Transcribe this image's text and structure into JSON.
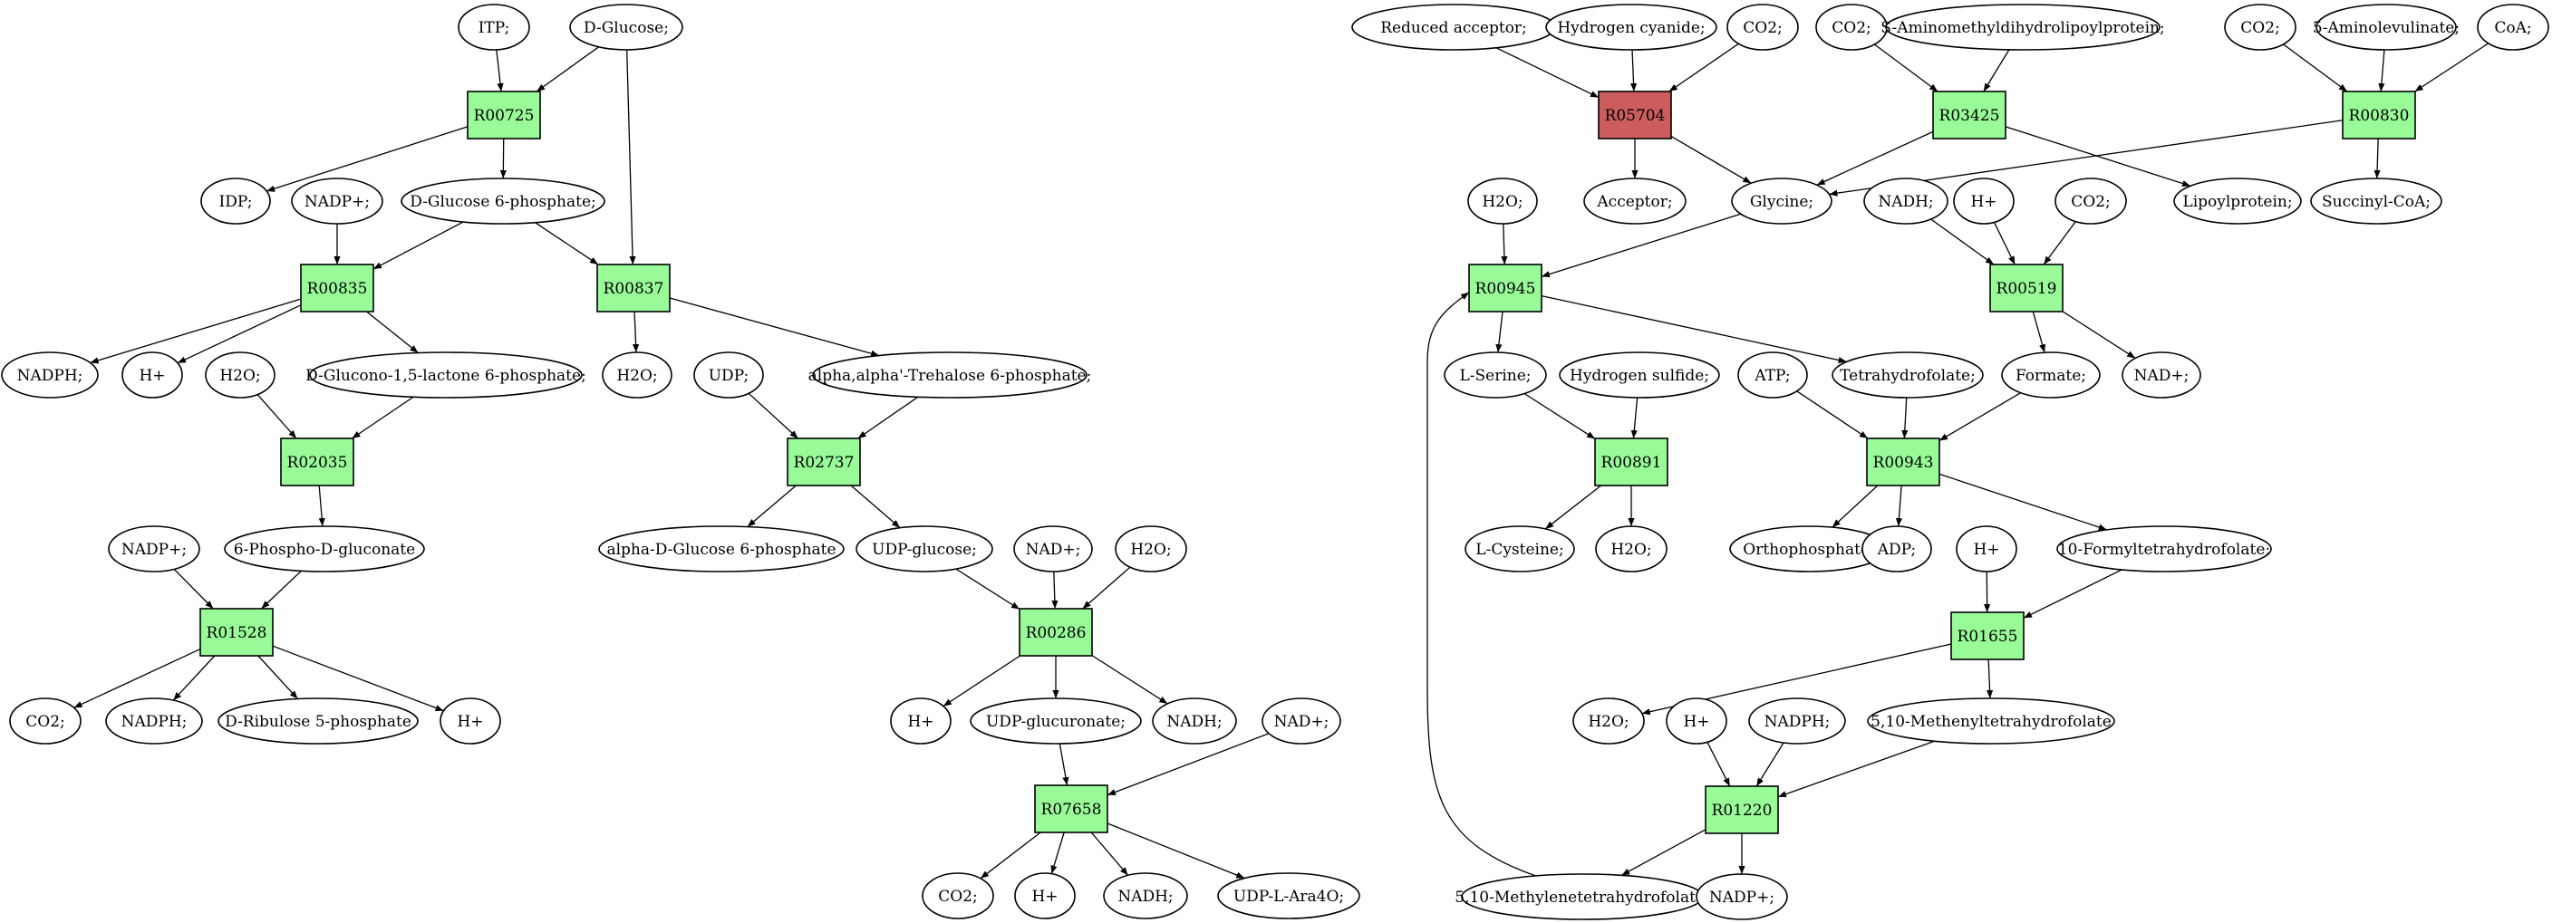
{
  "colors": {
    "reaction": "#98fb98",
    "reaction_highlight": "#cd5c5c",
    "start": "#00ff00",
    "target": "#ffff00",
    "compound": "#ffffff"
  },
  "nodes": [
    {
      "id": "itp1",
      "kind": "compound",
      "label": "ITP;"
    },
    {
      "id": "dglc",
      "kind": "compound",
      "label": "D-Glucose;",
      "fill": "start"
    },
    {
      "id": "R00725",
      "kind": "reaction",
      "label": "R00725"
    },
    {
      "id": "idp1",
      "kind": "compound",
      "label": "IDP;"
    },
    {
      "id": "nadp1",
      "kind": "compound",
      "label": "NADP+;"
    },
    {
      "id": "g6p",
      "kind": "compound",
      "label": "D-Glucose 6-phosphate;"
    },
    {
      "id": "R00835",
      "kind": "reaction",
      "label": "R00835"
    },
    {
      "id": "R00837",
      "kind": "reaction",
      "label": "R00837"
    },
    {
      "id": "nadph1",
      "kind": "compound",
      "label": "NADPH;"
    },
    {
      "id": "h1",
      "kind": "compound",
      "label": "H+"
    },
    {
      "id": "h2o1",
      "kind": "compound",
      "label": "H2O;"
    },
    {
      "id": "glucono",
      "kind": "compound",
      "label": "D-Glucono-1,5-lactone 6-phosphate;"
    },
    {
      "id": "h2o2",
      "kind": "compound",
      "label": "H2O;"
    },
    {
      "id": "udp1",
      "kind": "compound",
      "label": "UDP;"
    },
    {
      "id": "treh",
      "kind": "compound",
      "label": "alpha,alpha'-Trehalose 6-phosphate;"
    },
    {
      "id": "R02035",
      "kind": "reaction",
      "label": "R02035"
    },
    {
      "id": "R02737",
      "kind": "reaction",
      "label": "R02737"
    },
    {
      "id": "nadp2",
      "kind": "compound",
      "label": "NADP+;"
    },
    {
      "id": "pgluc",
      "kind": "compound",
      "label": "6-Phospho-D-gluconate"
    },
    {
      "id": "ag1p",
      "kind": "compound",
      "label": "alpha-D-Glucose 6-phosphate"
    },
    {
      "id": "udpglc",
      "kind": "compound",
      "label": "UDP-glucose;"
    },
    {
      "id": "nad1",
      "kind": "compound",
      "label": "NAD+;"
    },
    {
      "id": "h2o3",
      "kind": "compound",
      "label": "H2O;"
    },
    {
      "id": "R01528",
      "kind": "reaction",
      "label": "R01528"
    },
    {
      "id": "R00286",
      "kind": "reaction",
      "label": "R00286"
    },
    {
      "id": "co2a",
      "kind": "compound",
      "label": "CO2;"
    },
    {
      "id": "nadph2",
      "kind": "compound",
      "label": "NADPH;"
    },
    {
      "id": "ribu",
      "kind": "compound",
      "label": "D-Ribulose 5-phosphate"
    },
    {
      "id": "h3",
      "kind": "compound",
      "label": "H+"
    },
    {
      "id": "h4",
      "kind": "compound",
      "label": "H+"
    },
    {
      "id": "udpgluc",
      "kind": "compound",
      "label": "UDP-glucuronate;"
    },
    {
      "id": "nadh1",
      "kind": "compound",
      "label": "NADH;"
    },
    {
      "id": "nad2",
      "kind": "compound",
      "label": "NAD+;"
    },
    {
      "id": "R07658",
      "kind": "reaction",
      "label": "R07658"
    },
    {
      "id": "co2b",
      "kind": "compound",
      "label": "CO2;"
    },
    {
      "id": "h5",
      "kind": "compound",
      "label": "H+"
    },
    {
      "id": "nadh2",
      "kind": "compound",
      "label": "NADH;"
    },
    {
      "id": "udpara",
      "kind": "compound",
      "label": "UDP-L-Ara4O;"
    },
    {
      "id": "redacc",
      "kind": "compound",
      "label": "Reduced acceptor;"
    },
    {
      "id": "hcn",
      "kind": "compound",
      "label": "Hydrogen cyanide;"
    },
    {
      "id": "co2c",
      "kind": "compound",
      "label": "CO2;"
    },
    {
      "id": "co2d",
      "kind": "compound",
      "label": "CO2;"
    },
    {
      "id": "sam",
      "kind": "compound",
      "label": "S-Aminomethyldihydrolipoylprotein;"
    },
    {
      "id": "co2e",
      "kind": "compound",
      "label": "CO2;"
    },
    {
      "id": "ala5",
      "kind": "compound",
      "label": "5-Aminolevulinate;"
    },
    {
      "id": "coa",
      "kind": "compound",
      "label": "CoA;"
    },
    {
      "id": "R05704",
      "kind": "reaction",
      "label": "R05704",
      "fill": "reaction_highlight"
    },
    {
      "id": "R03425",
      "kind": "reaction",
      "label": "R03425"
    },
    {
      "id": "R00830",
      "kind": "reaction",
      "label": "R00830"
    },
    {
      "id": "h2o4",
      "kind": "compound",
      "label": "H2O;"
    },
    {
      "id": "acceptor",
      "kind": "compound",
      "label": "Acceptor;"
    },
    {
      "id": "glycine",
      "kind": "compound",
      "label": "Glycine;"
    },
    {
      "id": "nadh3",
      "kind": "compound",
      "label": "NADH;"
    },
    {
      "id": "h6",
      "kind": "compound",
      "label": "H+"
    },
    {
      "id": "co2f",
      "kind": "compound",
      "label": "CO2;"
    },
    {
      "id": "lipo",
      "kind": "compound",
      "label": "Lipoylprotein;"
    },
    {
      "id": "succoa",
      "kind": "compound",
      "label": "Succinyl-CoA;"
    },
    {
      "id": "R00945",
      "kind": "reaction",
      "label": "R00945"
    },
    {
      "id": "R00519",
      "kind": "reaction",
      "label": "R00519"
    },
    {
      "id": "lser",
      "kind": "compound",
      "label": "L-Serine;"
    },
    {
      "id": "h2s",
      "kind": "compound",
      "label": "Hydrogen sulfide;"
    },
    {
      "id": "atp",
      "kind": "compound",
      "label": "ATP;"
    },
    {
      "id": "thf",
      "kind": "compound",
      "label": "Tetrahydrofolate;"
    },
    {
      "id": "formate",
      "kind": "compound",
      "label": "Formate;"
    },
    {
      "id": "nad3",
      "kind": "compound",
      "label": "NAD+;"
    },
    {
      "id": "R00891",
      "kind": "reaction",
      "label": "R00891"
    },
    {
      "id": "R00943",
      "kind": "reaction",
      "label": "R00943"
    },
    {
      "id": "lcys",
      "kind": "compound",
      "label": "L-Cysteine;",
      "fill": "target"
    },
    {
      "id": "h2o5",
      "kind": "compound",
      "label": "H2O;"
    },
    {
      "id": "orthop",
      "kind": "compound",
      "label": "Orthophosphate;"
    },
    {
      "id": "adp",
      "kind": "compound",
      "label": "ADP;"
    },
    {
      "id": "fthf",
      "kind": "compound",
      "label": "10-Formyltetrahydrofolate;"
    },
    {
      "id": "h7",
      "kind": "compound",
      "label": "H+"
    },
    {
      "id": "R01655",
      "kind": "reaction",
      "label": "R01655"
    },
    {
      "id": "h2o6",
      "kind": "compound",
      "label": "H2O;"
    },
    {
      "id": "h8",
      "kind": "compound",
      "label": "H+"
    },
    {
      "id": "nadph3",
      "kind": "compound",
      "label": "NADPH;"
    },
    {
      "id": "methenyl",
      "kind": "compound",
      "label": "5,10-Methenyltetrahydrofolate"
    },
    {
      "id": "R01220",
      "kind": "reaction",
      "label": "R01220"
    },
    {
      "id": "methylene",
      "kind": "compound",
      "label": "5,10-Methylenetetrahydrofolate;"
    },
    {
      "id": "nadp3",
      "kind": "compound",
      "label": "NADP+;"
    }
  ],
  "edges": [
    [
      "itp1",
      "R00725"
    ],
    [
      "dglc",
      "R00725"
    ],
    [
      "dglc",
      "R00837"
    ],
    [
      "R00725",
      "idp1"
    ],
    [
      "R00725",
      "g6p"
    ],
    [
      "nadp1",
      "R00835"
    ],
    [
      "g6p",
      "R00835"
    ],
    [
      "g6p",
      "R00837"
    ],
    [
      "R00835",
      "nadph1"
    ],
    [
      "R00835",
      "h1"
    ],
    [
      "R00835",
      "glucono"
    ],
    [
      "R00837",
      "h2o2"
    ],
    [
      "R00837",
      "treh"
    ],
    [
      "h2o1",
      "R02035"
    ],
    [
      "glucono",
      "R02035"
    ],
    [
      "R02035",
      "pgluc"
    ],
    [
      "udp1",
      "R02737"
    ],
    [
      "treh",
      "R02737"
    ],
    [
      "R02737",
      "ag1p"
    ],
    [
      "R02737",
      "udpglc"
    ],
    [
      "nadp2",
      "R01528"
    ],
    [
      "pgluc",
      "R01528"
    ],
    [
      "R01528",
      "co2a"
    ],
    [
      "R01528",
      "nadph2"
    ],
    [
      "R01528",
      "ribu"
    ],
    [
      "R01528",
      "h3"
    ],
    [
      "udpglc",
      "R00286"
    ],
    [
      "nad1",
      "R00286"
    ],
    [
      "h2o3",
      "R00286"
    ],
    [
      "R00286",
      "h4"
    ],
    [
      "R00286",
      "udpgluc"
    ],
    [
      "R00286",
      "nadh1"
    ],
    [
      "udpgluc",
      "R07658"
    ],
    [
      "nad2",
      "R07658"
    ],
    [
      "R07658",
      "co2b"
    ],
    [
      "R07658",
      "h5"
    ],
    [
      "R07658",
      "nadh2"
    ],
    [
      "R07658",
      "udpara"
    ],
    [
      "redacc",
      "R05704"
    ],
    [
      "hcn",
      "R05704"
    ],
    [
      "co2c",
      "R05704"
    ],
    [
      "R05704",
      "acceptor"
    ],
    [
      "R05704",
      "glycine"
    ],
    [
      "co2d",
      "R03425"
    ],
    [
      "sam",
      "R03425"
    ],
    [
      "R03425",
      "glycine"
    ],
    [
      "R03425",
      "lipo"
    ],
    [
      "co2e",
      "R00830"
    ],
    [
      "ala5",
      "R00830"
    ],
    [
      "coa",
      "R00830"
    ],
    [
      "R00830",
      "glycine"
    ],
    [
      "R00830",
      "succoa"
    ],
    [
      "h2o4",
      "R00945"
    ],
    [
      "glycine",
      "R00945"
    ],
    [
      "R00945",
      "lser"
    ],
    [
      "R00945",
      "thf"
    ],
    [
      "nadh3",
      "R00519"
    ],
    [
      "h6",
      "R00519"
    ],
    [
      "co2f",
      "R00519"
    ],
    [
      "R00519",
      "formate"
    ],
    [
      "R00519",
      "nad3"
    ],
    [
      "lser",
      "R00891"
    ],
    [
      "h2s",
      "R00891"
    ],
    [
      "R00891",
      "lcys"
    ],
    [
      "R00891",
      "h2o5"
    ],
    [
      "atp",
      "R00943"
    ],
    [
      "thf",
      "R00943"
    ],
    [
      "formate",
      "R00943"
    ],
    [
      "R00943",
      "orthop"
    ],
    [
      "R00943",
      "adp"
    ],
    [
      "R00943",
      "fthf"
    ],
    [
      "h7",
      "R01655"
    ],
    [
      "fthf",
      "R01655"
    ],
    [
      "R01655",
      "h2o6"
    ],
    [
      "R01655",
      "methenyl"
    ],
    [
      "h8",
      "R01220"
    ],
    [
      "nadph3",
      "R01220"
    ],
    [
      "methenyl",
      "R01220"
    ],
    [
      "R01220",
      "methylene"
    ],
    [
      "R01220",
      "nadp3"
    ],
    [
      "methylene",
      "R00945"
    ]
  ]
}
